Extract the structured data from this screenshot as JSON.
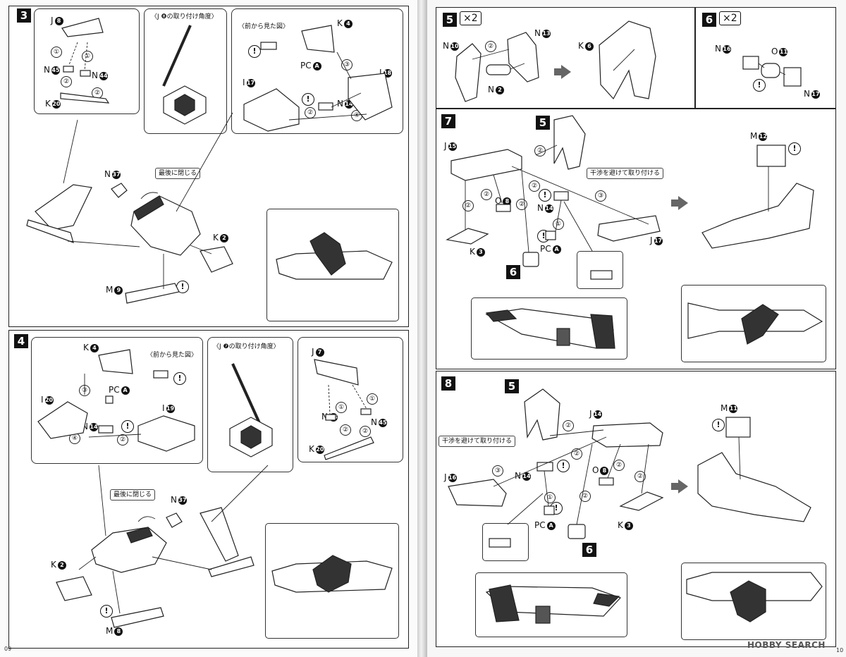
{
  "pages": {
    "left_number": "09",
    "right_number": "10"
  },
  "watermark": "HOBBY SEARCH",
  "steps": {
    "s3": {
      "number": "3",
      "angle_caption": "〈J ❽の取り付け角度〉",
      "front_view": "〈前から見た図〉",
      "close_last": "最後に閉じる",
      "labels": [
        "J",
        "N",
        "N",
        "K",
        "K",
        "PC",
        "I",
        "I",
        "N",
        "N",
        "K",
        "M"
      ],
      "badges": [
        "8",
        "45",
        "44",
        "20",
        "4",
        "A",
        "17",
        "18",
        "14",
        "37",
        "2",
        "9"
      ]
    },
    "s4": {
      "number": "4",
      "angle_caption": "〈J ❼の取り付け角度〉",
      "front_view": "〈前から見た図〉",
      "close_last": "最後に閉じる",
      "labels": [
        "K",
        "PC",
        "I",
        "N",
        "I",
        "J",
        "N",
        "N",
        "K",
        "N",
        "K",
        "M"
      ],
      "badges": [
        "4",
        "A",
        "20",
        "14",
        "19",
        "7",
        "44",
        "45",
        "20",
        "37",
        "2",
        "8"
      ]
    },
    "s5": {
      "number": "5",
      "multiplier": "×2",
      "labels": [
        "N",
        "N",
        "N",
        "K"
      ],
      "badges": [
        "10",
        "13",
        "2",
        "6"
      ]
    },
    "s6": {
      "number": "6",
      "multiplier": "×2",
      "labels": [
        "N",
        "O",
        "N"
      ],
      "badges": [
        "16",
        "11",
        "17"
      ]
    },
    "s7": {
      "number": "7",
      "ref5": "5",
      "ref6": "6",
      "avoid": "干渉を避けて取り付ける",
      "labels": [
        "J",
        "O",
        "N",
        "K",
        "PC",
        "J",
        "M"
      ],
      "badges": [
        "15",
        "8",
        "14",
        "3",
        "A",
        "17",
        "12"
      ]
    },
    "s8": {
      "number": "8",
      "ref5": "5",
      "ref6": "6",
      "avoid": "干渉を避けて取り付ける",
      "labels": [
        "J",
        "J",
        "N",
        "O",
        "PC",
        "K",
        "M"
      ],
      "badges": [
        "14",
        "16",
        "14",
        "8",
        "A",
        "3",
        "11"
      ]
    }
  },
  "symbols": {
    "warn": "!",
    "c1": "①",
    "c2": "②",
    "c3": "③",
    "c4": "④"
  }
}
